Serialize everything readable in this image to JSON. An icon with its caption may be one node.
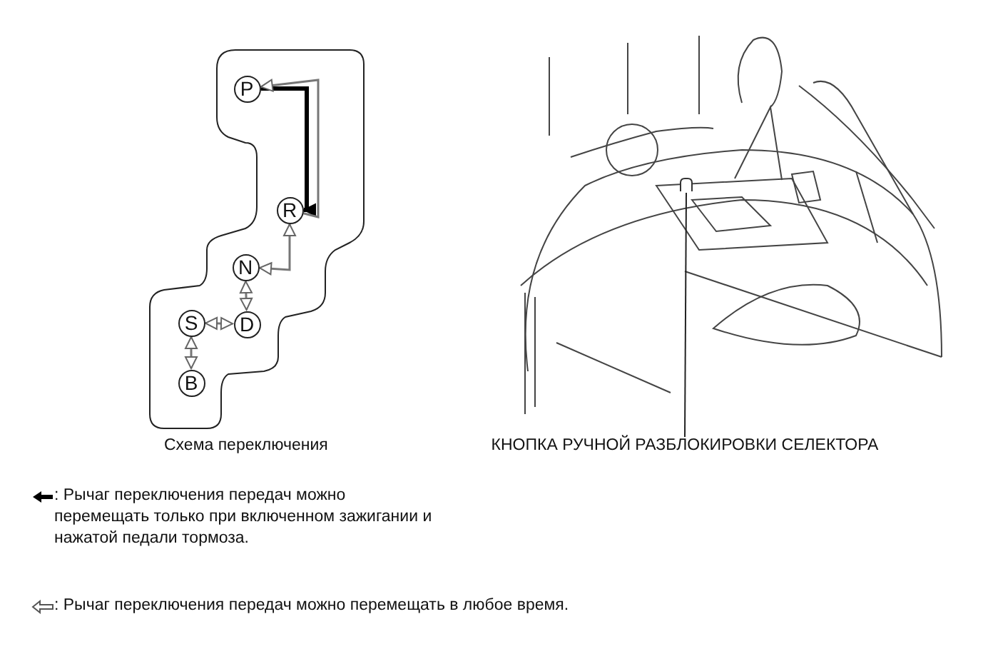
{
  "diagram": {
    "nodes": [
      {
        "text": [],
        "shape": "box",
        "beside": [
          "Схема переключения"
        ]
      },
      {
        "text": [
          "P"
        ],
        "in": 0
      },
      {
        "text": [
          "R"
        ],
        "in": 0
      },
      {
        "text": [
          "N"
        ],
        "in": 0
      },
      {
        "text": [
          "D"
        ],
        "in": 0
      },
      {
        "text": [
          "S"
        ],
        "in": 0
      },
      {
        "text": [
          "B"
        ],
        "in": 0
      },
      {
        "text": [
          "КНОПКА РУЧНОЙ РАЗБЛОКИРОВКИ СЕЛЕКТОРА"
        ]
      },
      {
        "text": [],
        "shape": "picture"
      }
    ],
    "edges": [
      {
        "from": 1,
        "to": 2,
        "arrow": "to",
        "style": "thick",
        "color": "#000000"
      },
      {
        "from": 2,
        "to": 1,
        "arrow": "to"
      },
      {
        "from": 3,
        "to": 2,
        "arrow": "both"
      },
      {
        "from": 3,
        "to": 4,
        "arrow": "both"
      },
      {
        "from": 5,
        "to": 4,
        "arrow": "both"
      },
      {
        "from": 5,
        "to": 6,
        "arrow": "both"
      },
      {
        "from": 7,
        "to": 8,
        "arrow": "none"
      }
    ],
    "legend": [
      {
        "text": ": Рычаг переключения передач можно перемещать только при включенном зажигании и нажатой педали тормоза."
      },
      {
        "text": ": Рычаг переключения передач можно перемещать в любое время."
      }
    ]
  }
}
